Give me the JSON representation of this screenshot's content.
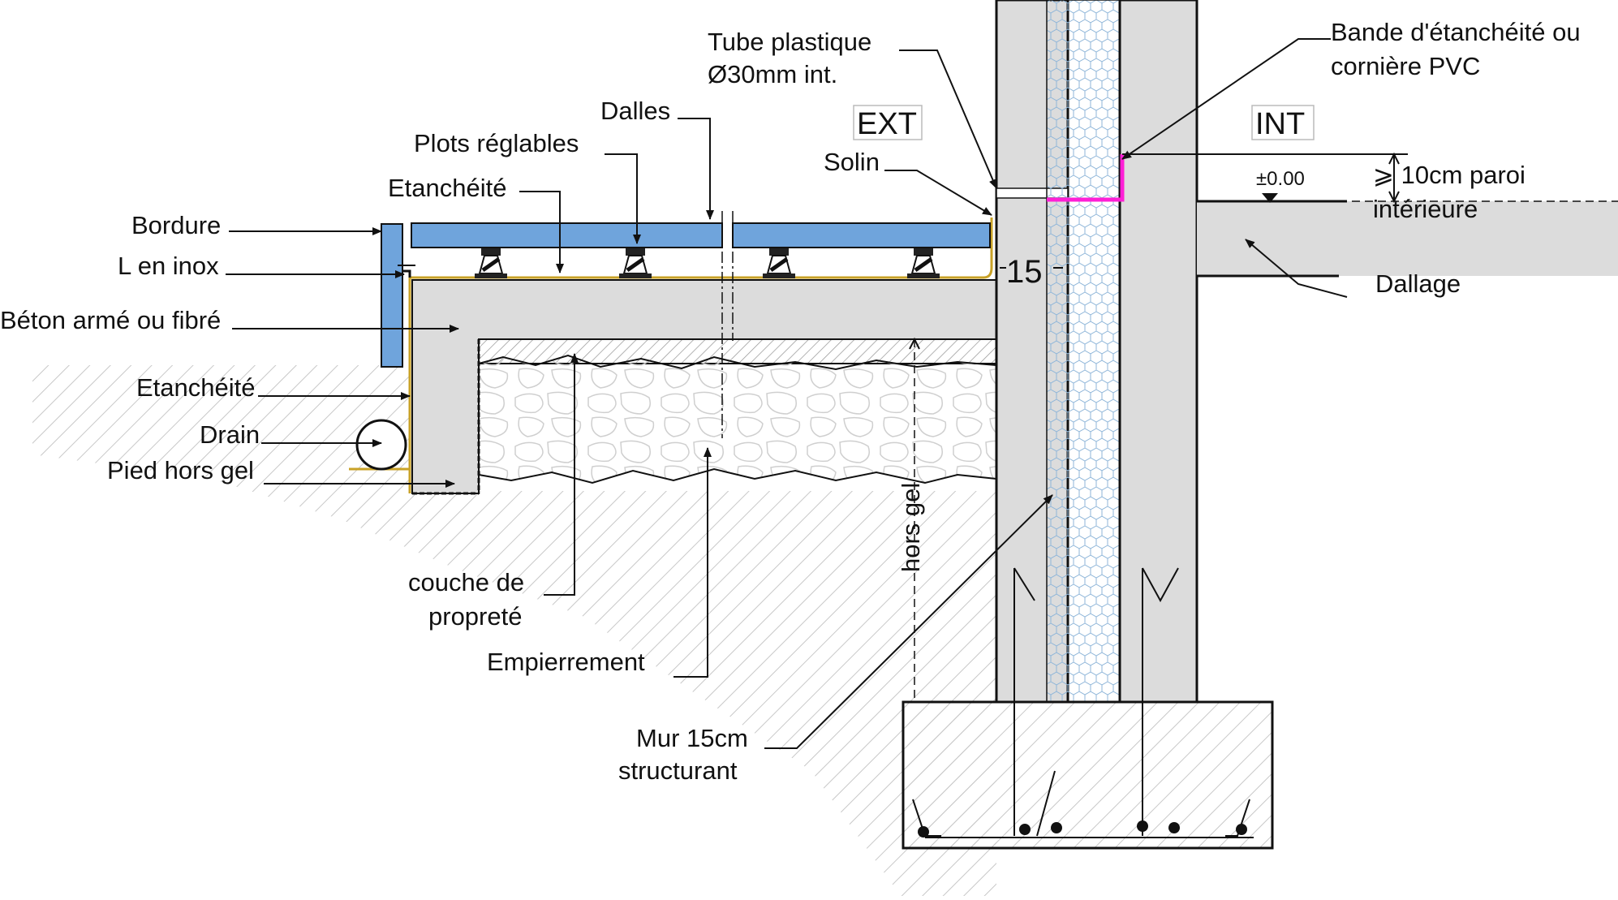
{
  "labels": {
    "tube_line1": "Tube plastique",
    "tube_line2": "Ø30mm int.",
    "dalles": "Dalles",
    "plots": "Plots réglables",
    "etancheite_top": "Etanchéité",
    "bordure": "Bordure",
    "l_inox": "L en inox",
    "beton": "Béton armé ou fibré",
    "etancheite_side": "Etanchéité",
    "drain": "Drain",
    "pied": "Pied hors gel",
    "couche_line1": "couche de",
    "couche_line2": "propreté",
    "empierrement": "Empierrement",
    "hors_gel": "hors gel",
    "mur_line1": "Mur 15cm",
    "mur_line2": "structurant",
    "solin": "Solin",
    "ext": "EXT",
    "int": "INT",
    "fifteen": "15",
    "level": "±0.00",
    "bande_line1": "Bande d'étanchéité ou",
    "bande_line2": "cornière PVC",
    "paroi_line1": "⩾ 10cm paroi",
    "paroi_line2": "intérieure",
    "dallage": "Dallage"
  },
  "colors": {
    "slab_blue": "#6fa4dc",
    "concrete_gray": "#dcdcdc",
    "membrane_gold": "#c9a227",
    "pvc_magenta": "#ff1fd6",
    "insulation_blue": "#9fc3e0",
    "line": "#111111"
  }
}
